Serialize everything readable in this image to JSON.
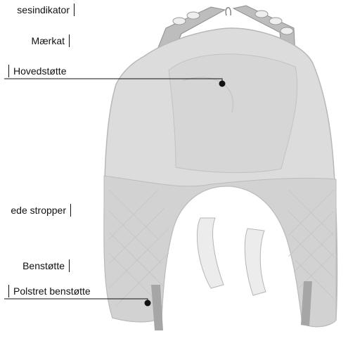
{
  "labels": {
    "indicator": "sesindikator",
    "tag": "Mærkat",
    "head_support": "Hovedstøtte",
    "straps": "ede stropper",
    "leg_support": "Benstøtte",
    "padded_leg_support": "Polstret benstøtte"
  },
  "colors": {
    "fabric": "#dcdcdc",
    "fabric_shadow": "#c8c8c8",
    "quilted": "#d6d6d6",
    "strap": "#9c9c9c",
    "leader": "#111111",
    "dot": "#111111"
  }
}
